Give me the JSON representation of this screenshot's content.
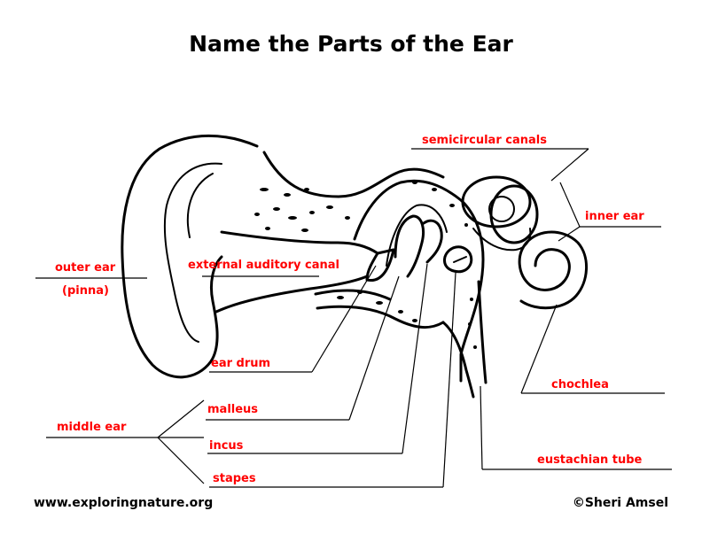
{
  "title": "Name the Parts of the Ear",
  "label_color": "#ff0000",
  "labels": {
    "semicircular_canals": "semicircular canals",
    "inner_ear": "inner ear",
    "outer_ear": "outer ear",
    "pinna": "(pinna)",
    "external_auditory_canal": "external auditory canal",
    "ear_drum": "ear drum",
    "chochlea": "chochlea",
    "middle_ear": "middle ear",
    "malleus": "malleus",
    "incus": "incus",
    "stapes": "stapes",
    "eustachian_tube": "eustachian tube"
  },
  "footer": {
    "website": "www.exploringnature.org",
    "copyright": "©Sheri Amsel"
  }
}
